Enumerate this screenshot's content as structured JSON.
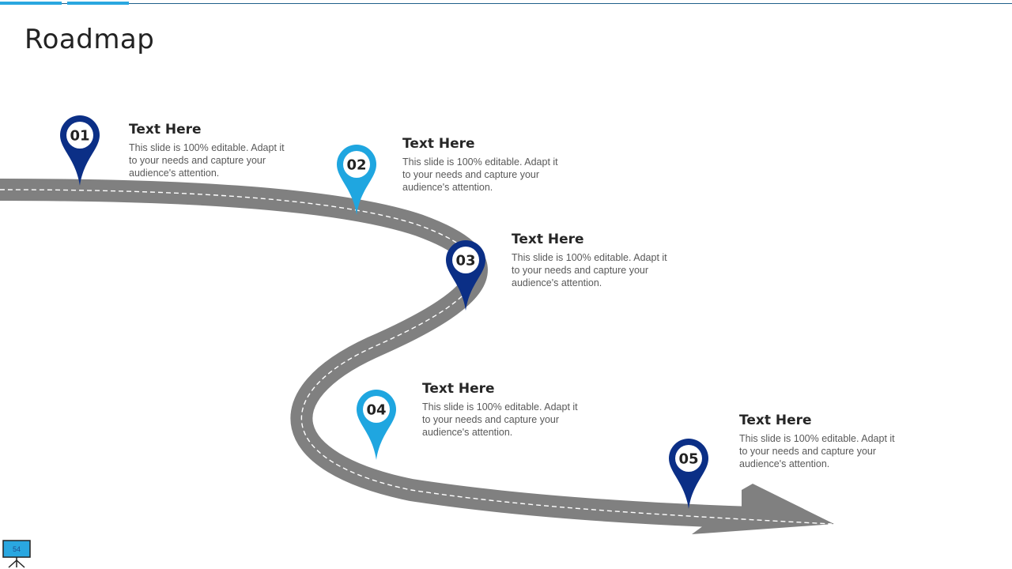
{
  "slide": {
    "title": "Roadmap",
    "page_number": "54"
  },
  "colors": {
    "road": "#808080",
    "dashes": "#ffffff",
    "pin_dark": "#0b2f86",
    "pin_light": "#1fa6e0",
    "accent_line": "#1f5f8b"
  },
  "steps": [
    {
      "number": "01",
      "heading": "Text Here",
      "description": "This slide is 100% editable. Adapt it to your needs and capture your audience's attention.",
      "pin_color": "dark"
    },
    {
      "number": "02",
      "heading": "Text Here",
      "description": "This slide is 100% editable. Adapt it to your needs and capture your audience's attention.",
      "pin_color": "light"
    },
    {
      "number": "03",
      "heading": "Text Here",
      "description": "This slide is 100% editable. Adapt it to your needs and capture your audience's attention.",
      "pin_color": "dark"
    },
    {
      "number": "04",
      "heading": "Text Here",
      "description": "This slide is 100% editable. Adapt it to your needs and capture your audience's attention.",
      "pin_color": "light"
    },
    {
      "number": "05",
      "heading": "Text Here",
      "description": "This slide is 100% editable. Adapt it to your needs and capture your audience's attention.",
      "pin_color": "dark"
    }
  ],
  "icons": {
    "map_pin": "map-pin-icon",
    "presentation_board": "presentation-board-icon"
  }
}
